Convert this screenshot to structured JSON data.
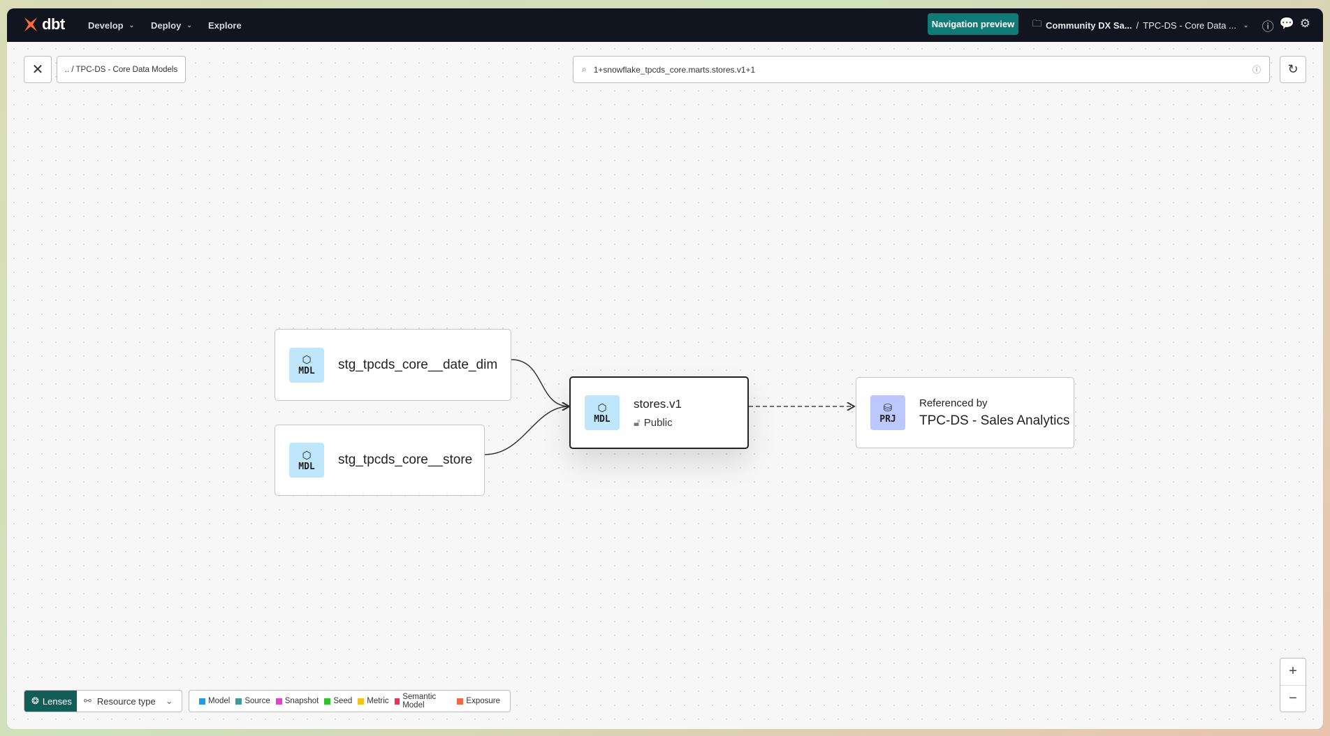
{
  "topbar": {
    "logo_text": "dbt",
    "nav": [
      {
        "label": "Develop",
        "has_dropdown": true
      },
      {
        "label": "Deploy",
        "has_dropdown": true
      },
      {
        "label": "Explore",
        "has_dropdown": false
      }
    ],
    "nav_preview_label": "Navigation preview",
    "account": "Community DX Sa...",
    "separator": "/",
    "project": "TPC-DS - Core Data ...",
    "icons": [
      "help-icon",
      "feedback-icon",
      "gear-icon"
    ]
  },
  "toolbar": {
    "breadcrumb": ".. / TPC-DS - Core Data Models",
    "search_value": "1+snowflake_tpcds_core.marts.stores.v1+1"
  },
  "nodes": [
    {
      "type": "MDL",
      "label": "stg_tpcds_core__date_dim"
    },
    {
      "type": "MDL",
      "label": "stg_tpcds_core__store"
    },
    {
      "type": "MDL",
      "label": "stores.v1",
      "access": "Public"
    },
    {
      "type": "PRJ",
      "caption": "Referenced by",
      "label": "TPC-DS - Sales Analytics"
    }
  ],
  "lenses": {
    "label": "Lenses",
    "resource_type": "Resource type"
  },
  "legend": [
    {
      "label": "Model",
      "color": "#1e9be9"
    },
    {
      "label": "Source",
      "color": "#3a9c9c"
    },
    {
      "label": "Snapshot",
      "color": "#e342c9"
    },
    {
      "label": "Seed",
      "color": "#2fc12f"
    },
    {
      "label": "Metric",
      "color": "#f2c31a"
    },
    {
      "label": "Semantic Model",
      "color": "#e83451"
    },
    {
      "label": "Exposure",
      "color": "#f06b42"
    }
  ],
  "zoom": {
    "in": "+",
    "out": "−"
  }
}
